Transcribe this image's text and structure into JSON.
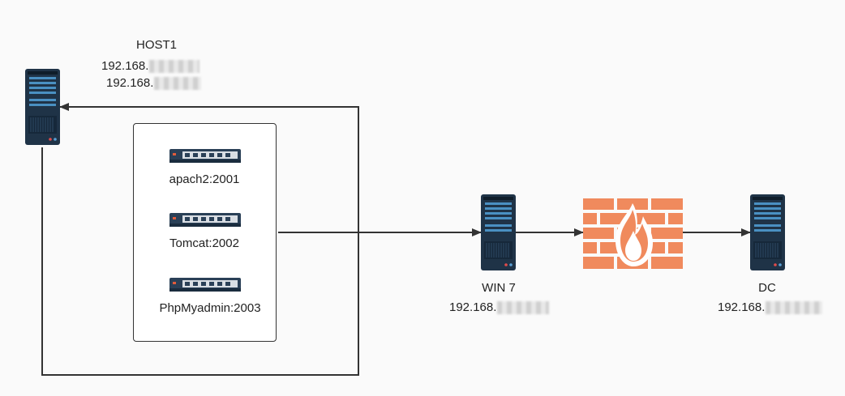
{
  "host1": {
    "title": "HOST1",
    "ip_lines": [
      "192.168.",
      "192.168."
    ]
  },
  "services": [
    {
      "label": "apach2:2001"
    },
    {
      "label": "Tomcat:2002"
    },
    {
      "label": "PhpMyadmin:2003"
    }
  ],
  "win7": {
    "title": "WIN 7",
    "ip": "192.168."
  },
  "dc": {
    "title": "DC",
    "ip": "192.168."
  },
  "icons": {
    "server": "server-icon",
    "switch": "network-switch-icon",
    "firewall": "firewall-icon"
  },
  "colors": {
    "server_body": "#1f3347",
    "server_accent": "#4a90c2",
    "switch_body": "#2a4057",
    "firewall_brick": "#f08a5d",
    "line": "#333333"
  }
}
